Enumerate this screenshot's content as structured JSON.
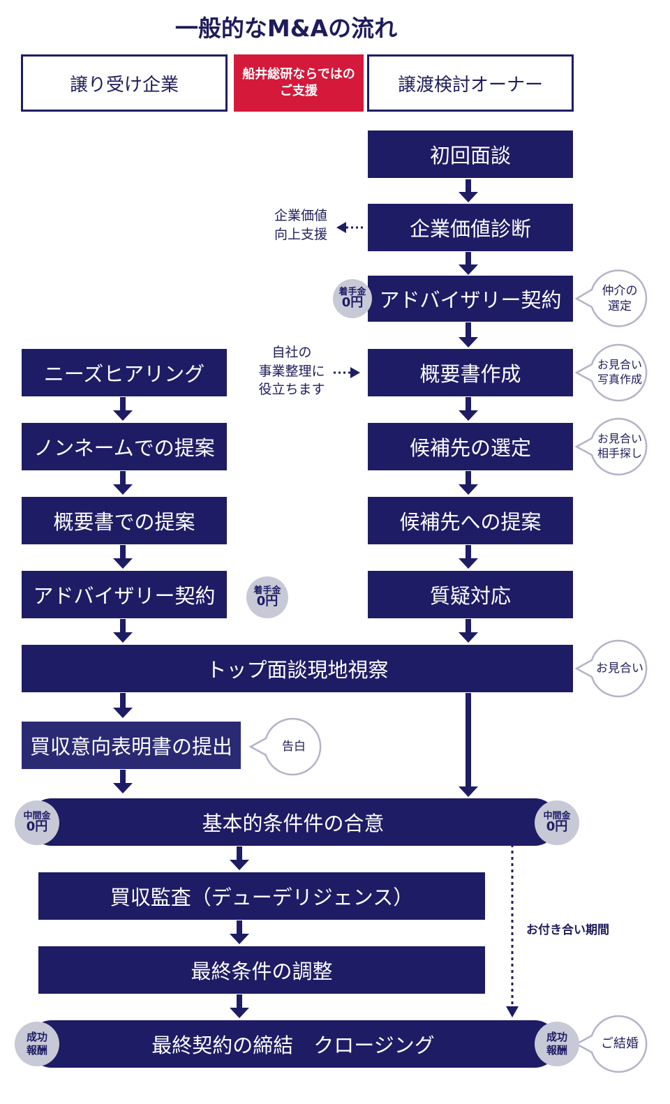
{
  "title": "一般的なM&Aの流れ",
  "headers": {
    "buyer": "譲り受け企業",
    "funai": "船井総研ならではのご支援",
    "seller": "譲渡検討オーナー"
  },
  "seller_steps": [
    "初回面談",
    "企業価値診断",
    "アドバイザリー契約",
    "概要書作成",
    "候補先の選定",
    "候補先への提案",
    "質疑対応"
  ],
  "buyer_steps": [
    "ニーズヒアリング",
    "ノンネームでの提案",
    "概要書での提案",
    "アドバイザリー契約"
  ],
  "shared_steps": {
    "top_meeting": "トップ面談現地視察",
    "loi": "買収意向表明書の提出",
    "basic_agreement": "基本的条件件の合意",
    "due_diligence": "買収監査（デューデリジェンス）",
    "final_adjust": "最終条件の調整",
    "closing": "最終契約の締結　クロージング"
  },
  "notes": {
    "value_support": "企業価値\n向上支援",
    "self_org": "自社の\n事業整理に\n役立ちます",
    "period": "お付き合い期間"
  },
  "fee_badges": {
    "retainer_label": "着手金",
    "retainer_value": "0円",
    "interim_label": "中間金",
    "interim_value": "0円",
    "success_label": "成功\n報酬"
  },
  "bubbles": {
    "matchmaker": "仲介の\n選定",
    "photo": "お見合い\n写真作成",
    "partner": "お見合い\n相手探し",
    "meeting": "お見合い",
    "confession": "告白",
    "marriage": "ご結婚"
  },
  "colors": {
    "navy": "#1e1c64",
    "red": "#d4193a",
    "badge_gray": "#c8c9d6",
    "bubble_border": "#b3b4c6"
  }
}
